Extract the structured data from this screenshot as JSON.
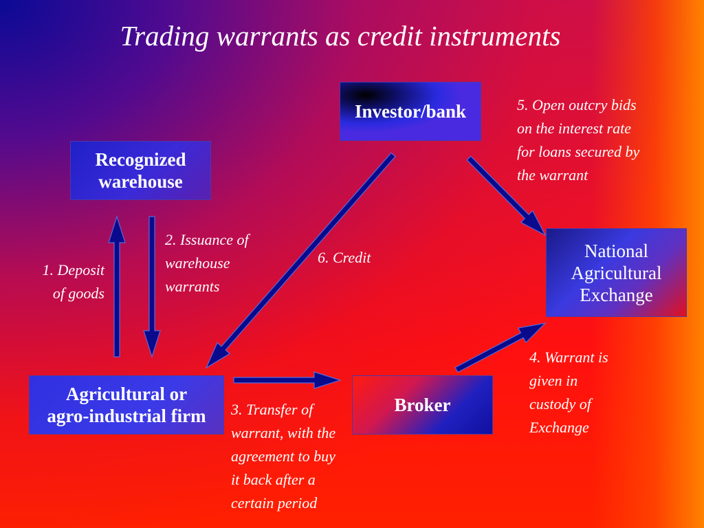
{
  "title": "Trading warrants as credit instruments",
  "nodes": {
    "warehouse": "Recognized\nwarehouse",
    "investor": "Investor/bank",
    "exchange": "National\nAgricultural\nExchange",
    "firm": "Agricultural or\nagro-industrial firm",
    "broker": "Broker"
  },
  "steps": {
    "deposit": "1. Deposit\nof goods",
    "issuance": "2. Issuance of\nwarehouse\nwarrants",
    "transfer": "3. Transfer of\nwarrant, with the\nagreement to buy\nit back after a\ncertain period",
    "custody": "4. Warrant is\ngiven in\ncustody of\nExchange",
    "outcry": "5. Open outcry bids\non the interest rate\nfor loans secured by\nthe warrant",
    "credit": "6. Credit"
  },
  "colors": {
    "arrow_fill": "#0a0a8c",
    "arrow_stroke": "#5a6ad8"
  }
}
